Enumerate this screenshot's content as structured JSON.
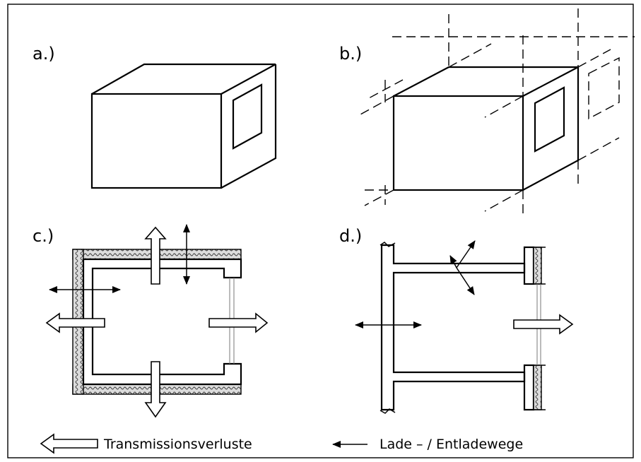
{
  "panels": {
    "a": {
      "label": "a.)"
    },
    "b": {
      "label": "b.)"
    },
    "c": {
      "label": "c.)"
    },
    "d": {
      "label": "d.)"
    }
  },
  "legend": {
    "transmission": "Transmissionsverluste",
    "charge": "Lade – / Entladewege"
  }
}
